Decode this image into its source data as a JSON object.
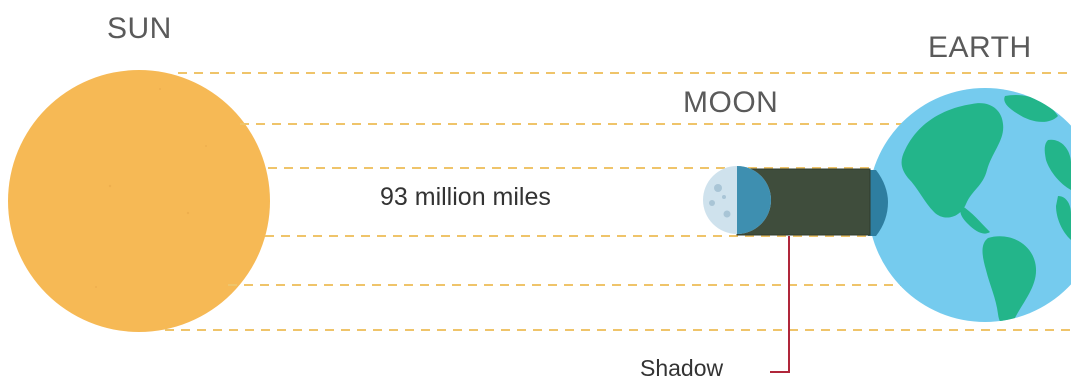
{
  "labels": {
    "sun": "SUN",
    "earth": "EARTH",
    "moon": "MOON",
    "distance": "93 million miles",
    "shadow": "Shadow"
  },
  "colors": {
    "sun": "#f6b955",
    "earth_ocean": "#75cbee",
    "earth_land": "#23b58a",
    "moon": "#cfe2ed",
    "shadow": "#3f4d3c",
    "umbra_contact": "#2e7ea0",
    "rays": "#efc46a",
    "pointer": "#b0263a"
  }
}
